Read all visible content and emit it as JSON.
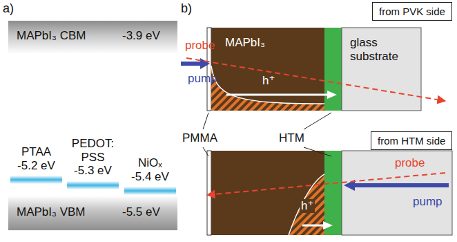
{
  "diagram": {
    "nodes": [
      {
        "text": [
          "MAPbI₃ CBM",
          "-3.9 eV"
        ]
      },
      {
        "text": [
          "PTAA",
          "-5.2 eV"
        ]
      },
      {
        "text": [
          "PEDOT: PSS",
          "-5.3 eV"
        ]
      },
      {
        "text": [
          "NiOₓ",
          "-5.4 eV"
        ]
      },
      {
        "text": [
          "MAPbI₃ VBM",
          "-5.5 eV"
        ]
      },
      {
        "text": [
          "from PVK side"
        ]
      },
      {
        "text": [
          "MAPbI₃",
          "h⁺"
        ]
      },
      {
        "text": [
          "glass substrate"
        ]
      },
      {
        "text": [
          "from HTM side"
        ]
      },
      {
        "text": [
          "h⁺"
        ]
      }
    ],
    "labels": [
      "a)",
      "b)",
      "probe",
      "pump",
      "PMMA",
      "HTM",
      "probe",
      "pump"
    ]
  }
}
